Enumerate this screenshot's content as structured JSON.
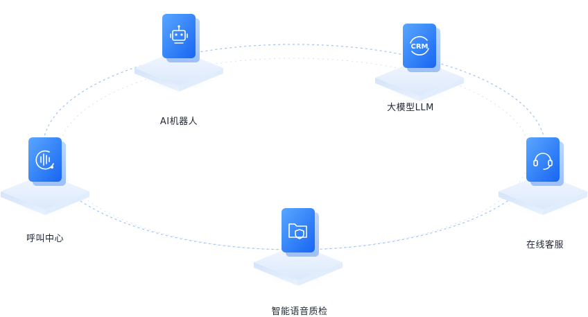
{
  "nodes": [
    {
      "id": "ai-robot",
      "label": "AI机器人",
      "icon": "robot-icon"
    },
    {
      "id": "llm",
      "label": "大模型LLM",
      "icon": "crm-icon",
      "icon_text": "CRM"
    },
    {
      "id": "online-service",
      "label": "在线客服",
      "icon": "headset-icon"
    },
    {
      "id": "quality",
      "label": "智能语音质检",
      "icon": "folder-shield-icon"
    },
    {
      "id": "call-center",
      "label": "呼叫中心",
      "icon": "voice-wave-icon"
    }
  ],
  "colors": {
    "tile_top": "#5aa0ff",
    "tile_bottom": "#1f6ef5",
    "platform_top": "#e8f1fd",
    "platform_side": "#c9dcf7",
    "ring": "#9cc3f5"
  }
}
